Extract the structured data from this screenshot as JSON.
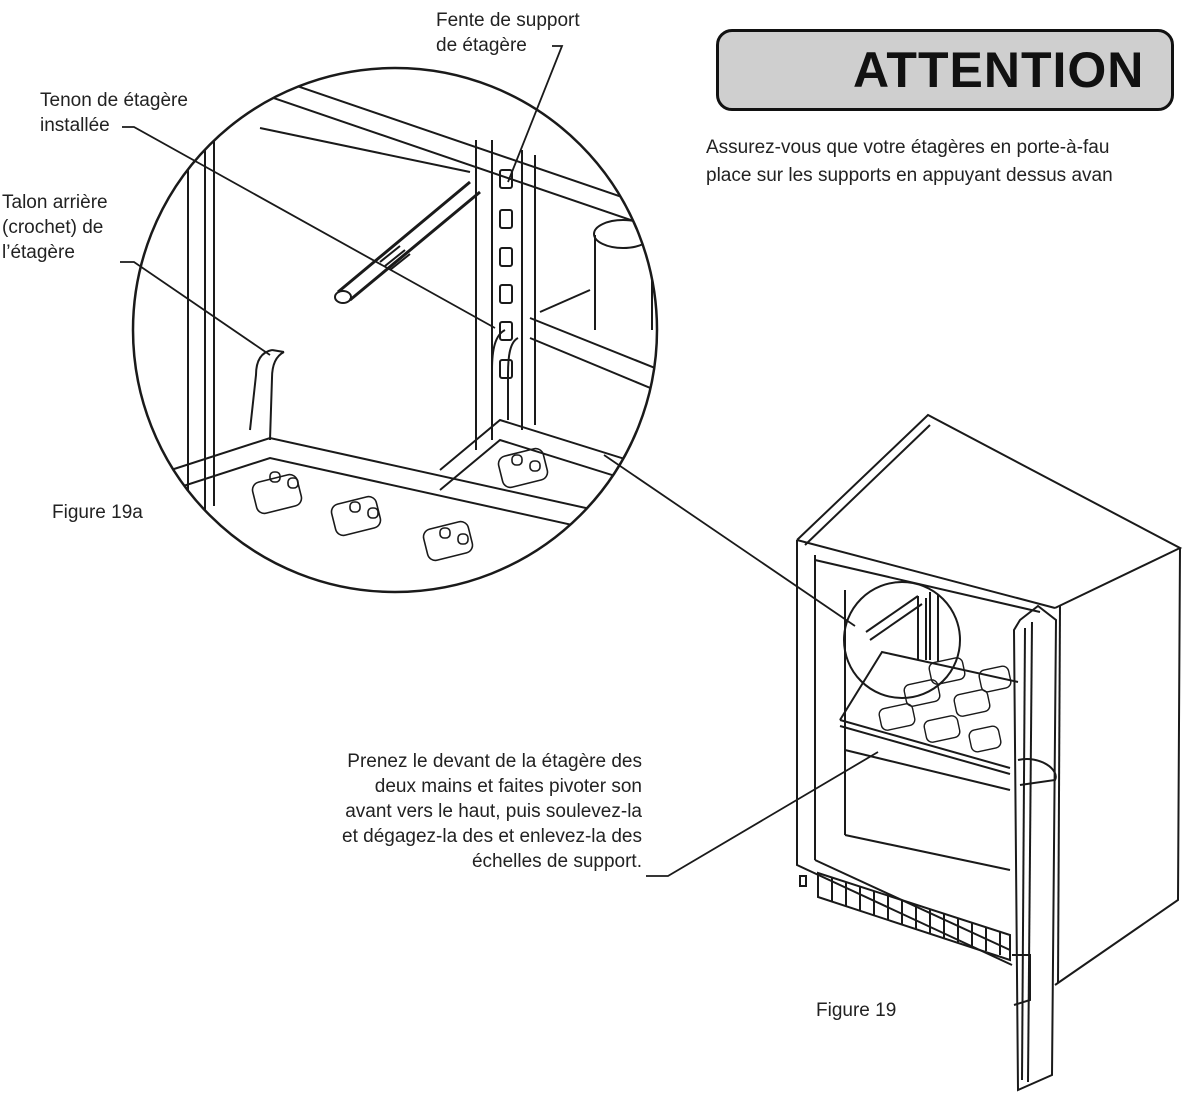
{
  "labels": {
    "slot": "Fente de support\nde étagère",
    "tenon": "Tenon de étagère\ninstallée",
    "heel": "Talon arrière\n(crochet) de\nl’étagère",
    "figure_19a": "Figure 19a",
    "figure_19": "Figure 19",
    "instruction": "Prenez le devant de la étagère des\ndeux mains et faites pivoter son\navant vers le haut, puis soulevez-la\net dégagez-la des et enlevez-la des\néchelles de support."
  },
  "attention": {
    "title": "ATTENTION",
    "line1": "Assurez-vous que votre étagères en porte-à-fau",
    "line2": "place sur les supports en appuyant dessus avan"
  },
  "icons": [
    "warning-triangle-icon"
  ],
  "colors": {
    "line": "#1a1a1a",
    "banner": "#cfcfcf",
    "background": "#ffffff"
  }
}
